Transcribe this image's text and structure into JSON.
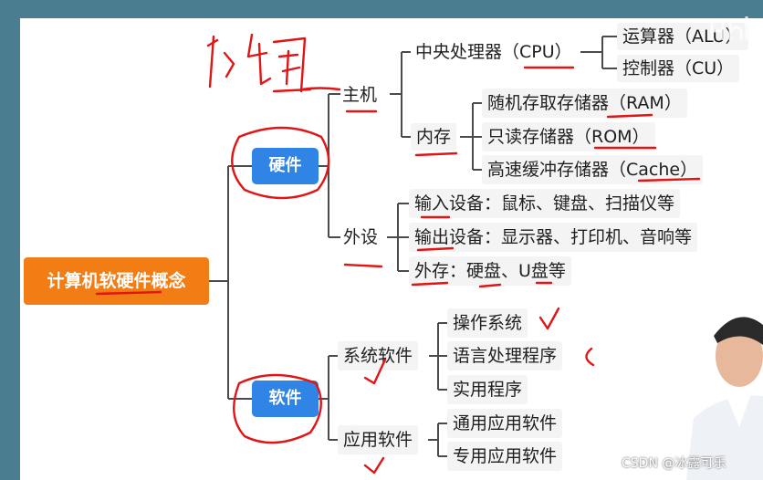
{
  "root": "计算机软硬件概念",
  "branches": {
    "hardware": {
      "label": "硬件",
      "host": {
        "label": "主机",
        "cpu": {
          "label": "中央处理器（CPU）",
          "items": [
            "运算器（ALU）",
            "控制器（CU）"
          ]
        },
        "memory": {
          "label": "内存",
          "items": [
            "随机存取存储器（RAM）",
            "只读存储器（ROM）",
            "高速缓冲存储器（Cache）"
          ]
        }
      },
      "peripherals": {
        "label": "外设",
        "items": [
          "输入设备：鼠标、键盘、扫描仪等",
          "输出设备：显示器、打印机、音响等",
          "外存：硬盘、U盘等"
        ]
      }
    },
    "software": {
      "label": "软件",
      "system": {
        "label": "系统软件",
        "items": [
          "操作系统",
          "语言处理程序",
          "实用程序"
        ]
      },
      "application": {
        "label": "应用软件",
        "items": [
          "通用应用软件",
          "专用应用软件"
        ]
      }
    }
  },
  "watermark": "CSDN @冰露可乐",
  "colors": {
    "root": "#f37d15",
    "level1": "#2f84e6",
    "ink": "#e01515",
    "connector": "#4a4a4a"
  }
}
